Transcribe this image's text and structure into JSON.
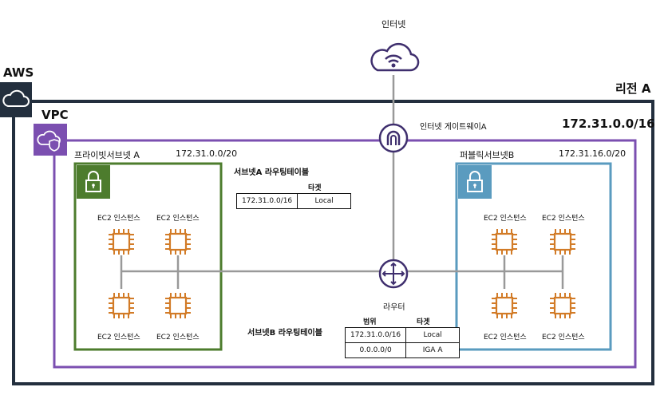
{
  "aws": {
    "label": "AWS"
  },
  "region": {
    "label": "리전 A"
  },
  "internet": {
    "label": "인터넷"
  },
  "vpc": {
    "label": "VPC",
    "cidr": "172.31.0.0/16"
  },
  "igw": {
    "label": "인터넷 게이트웨이A"
  },
  "router": {
    "label": "라우터"
  },
  "subnet_a": {
    "label": "프라이빗서브넷 A",
    "cidr": "172.31.0.0/20",
    "instances": [
      "EC2 인스턴스",
      "EC2 인스턴스",
      "EC2 인스턴스",
      "EC2 인스턴스"
    ]
  },
  "subnet_b": {
    "label": "퍼블릭서브넷B",
    "cidr": "172.31.16.0/20",
    "instances": [
      "EC2 인스턴스",
      "EC2 인스턴스",
      "EC2 인스턴스",
      "EC2 인스턴스"
    ]
  },
  "route_table_a": {
    "title": "서브넷A 라우팅테이블",
    "header_target": "타겟",
    "rows": [
      [
        "172.31.0.0/16",
        "Local"
      ]
    ]
  },
  "route_table_b": {
    "title": "서브넷B 라우팅테이블",
    "header_range": "범위",
    "header_target": "타겟",
    "rows": [
      [
        "172.31.0.0/16",
        "Local"
      ],
      [
        "0.0.0.0/0",
        "IGA A"
      ]
    ]
  },
  "colors": {
    "region_border": "#232f3e",
    "vpc": "#7b4fb0",
    "private_subnet": "#4d7c2d",
    "public_subnet": "#5a9bbf",
    "ec2": "#d27b27",
    "network_icon": "#3f2f6e",
    "line": "#999999"
  },
  "icons": [
    "cloud-icon",
    "vpc-cloud-shield-icon",
    "lock-icon",
    "internet-cloud-icon",
    "internet-gateway-icon",
    "router-icon",
    "ec2-chip-icon"
  ]
}
